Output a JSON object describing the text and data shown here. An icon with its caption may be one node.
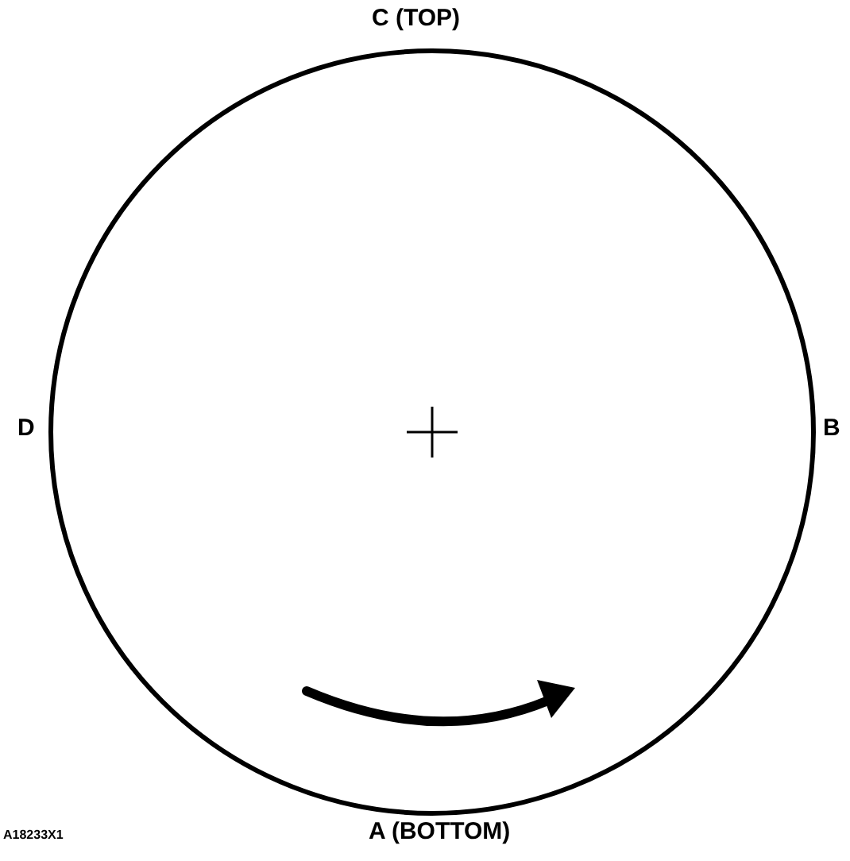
{
  "diagram": {
    "labels": [
      "C (TOP)",
      "D",
      "B",
      "A (BOTTOM)",
      "A18233X1"
    ]
  }
}
